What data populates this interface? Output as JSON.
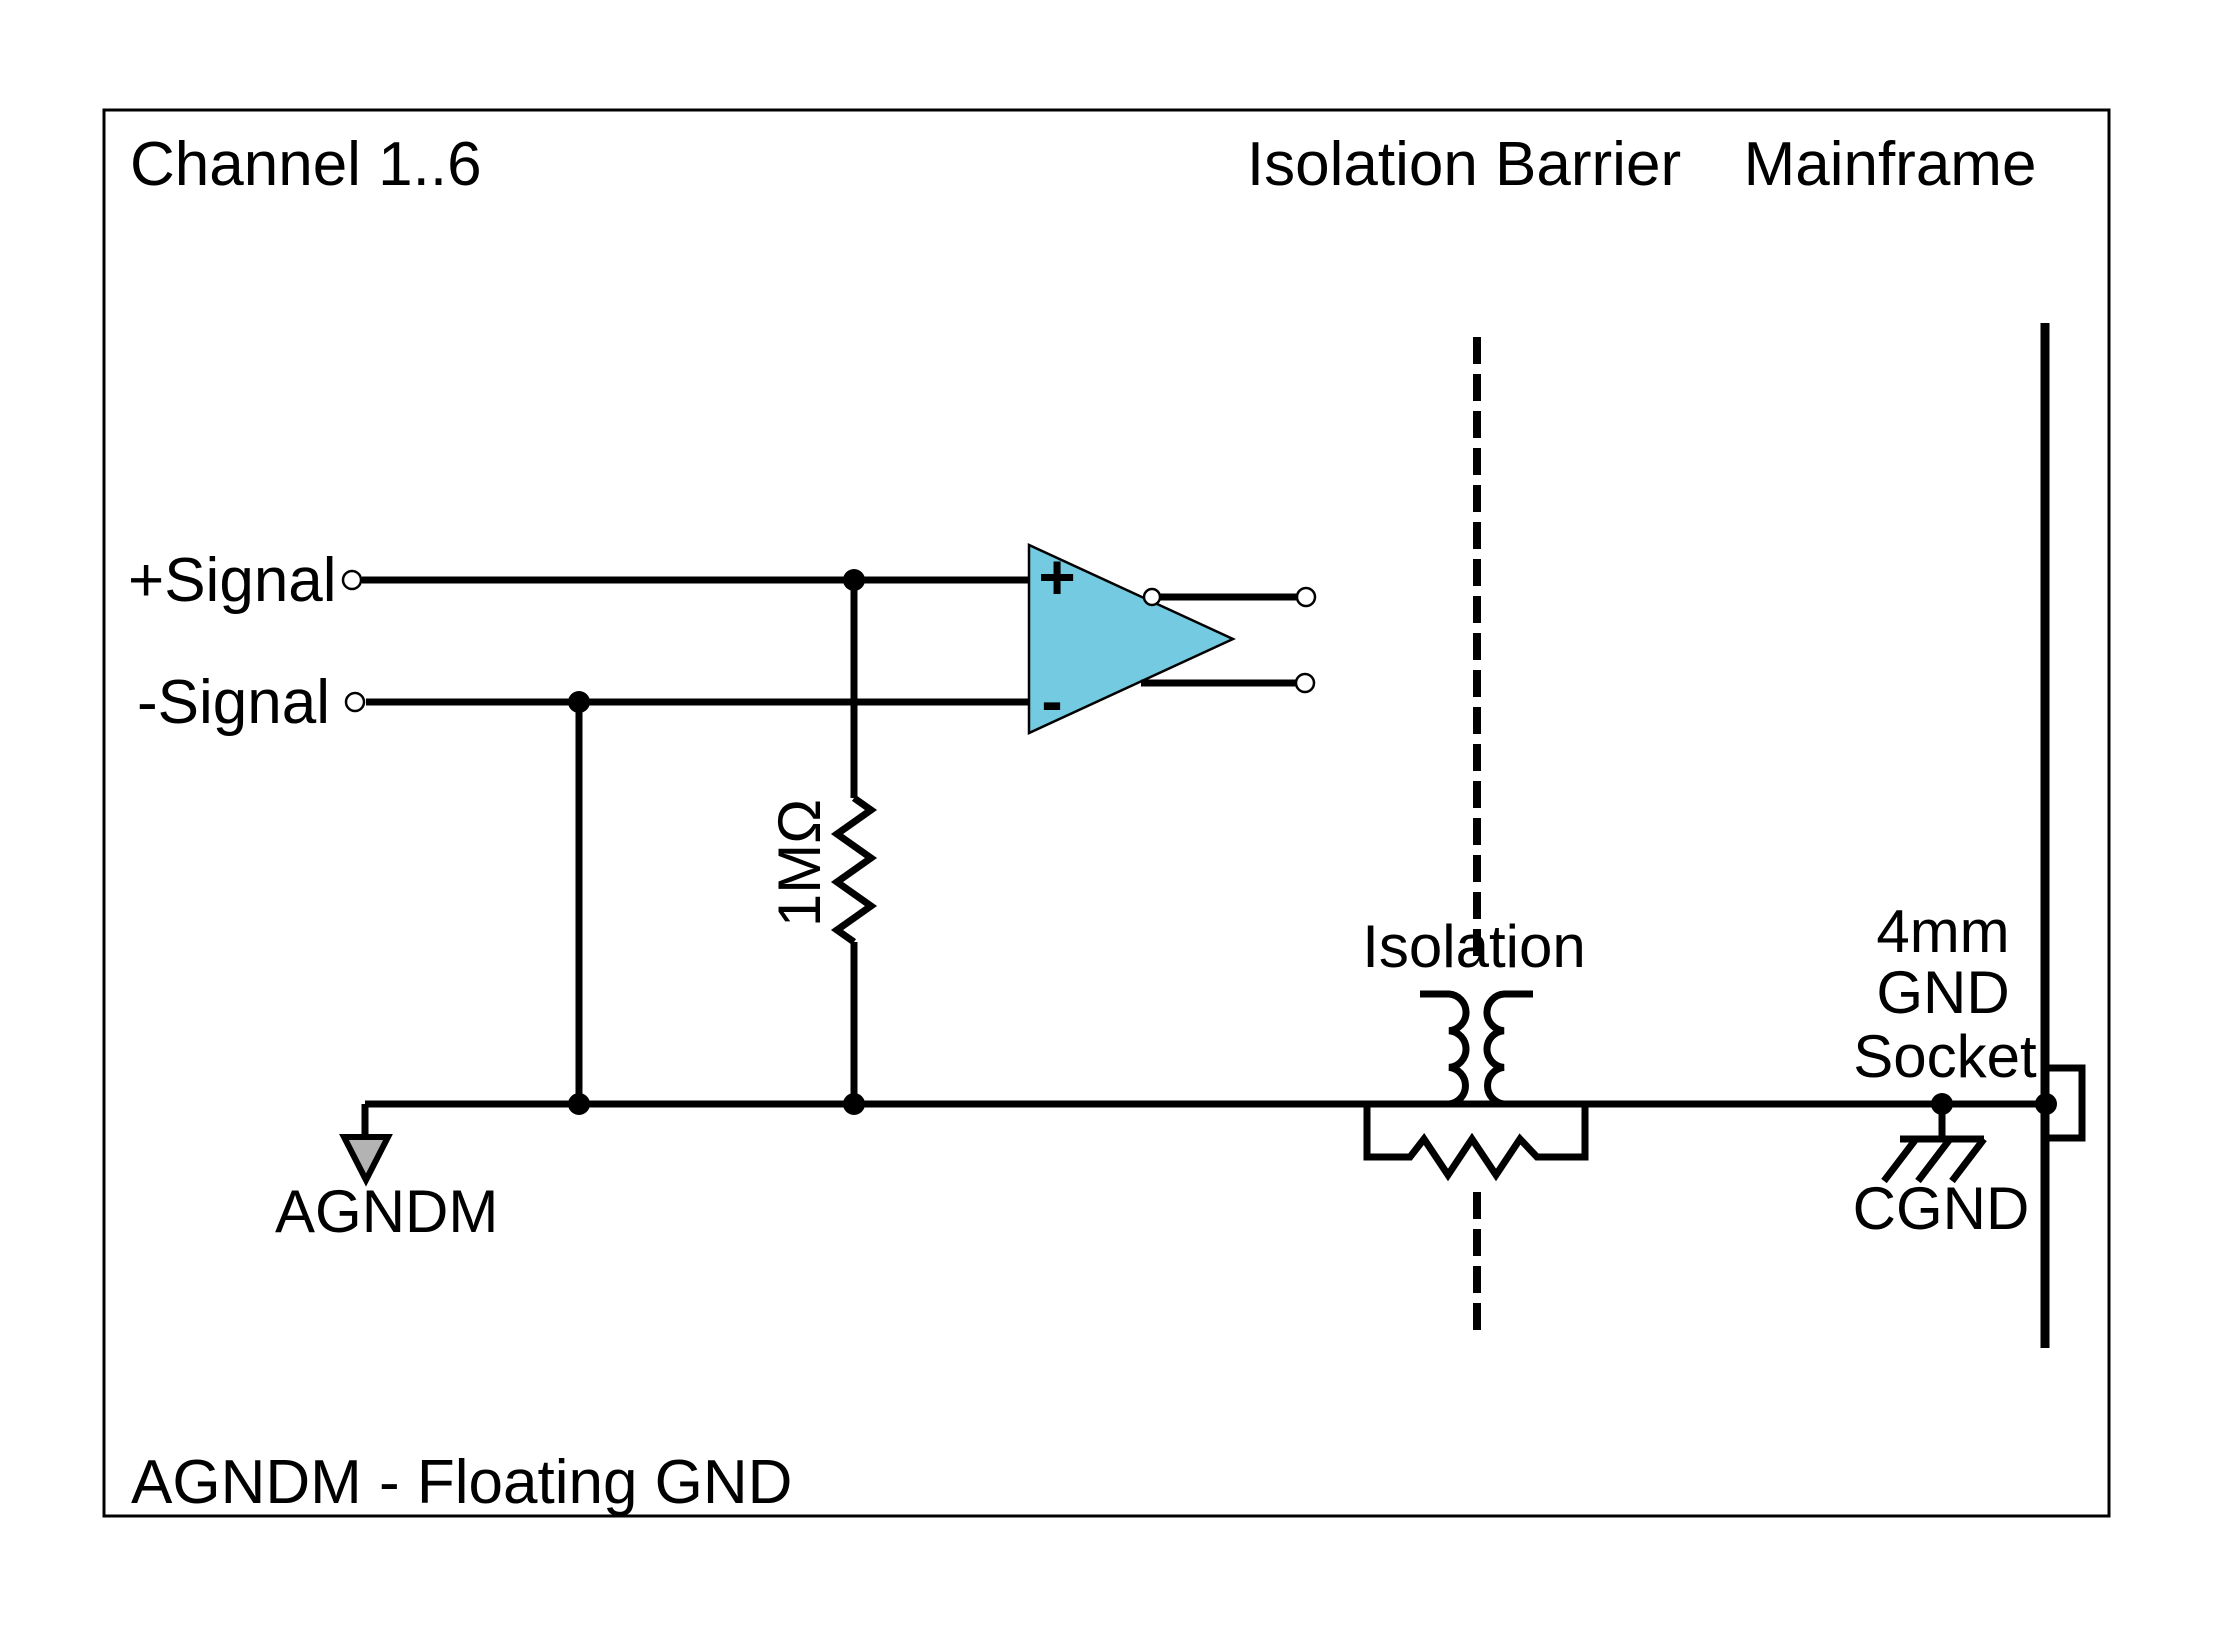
{
  "title_row": {
    "channel": "Channel 1..6",
    "isolation_barrier": "Isolation Barrier",
    "mainframe": "Mainframe"
  },
  "inputs": {
    "plus_signal": "+Signal",
    "minus_signal": "-Signal"
  },
  "opamp": {
    "plus": "+",
    "minus": "-"
  },
  "resistor": {
    "value": "1MΩ"
  },
  "isolation": {
    "label": "Isolation"
  },
  "socket": {
    "line1": "4mm",
    "line2": "GND",
    "line3": "Socket"
  },
  "grounds": {
    "agndm": "AGNDM",
    "cgnd": "CGND"
  },
  "footer": {
    "note": "AGNDM - Floating GND"
  },
  "colors": {
    "opamp_fill": "#74CBE1",
    "agndm_arrow_fill": "#B3B3B3",
    "line": "#000000",
    "background": "#FFFFFF"
  }
}
